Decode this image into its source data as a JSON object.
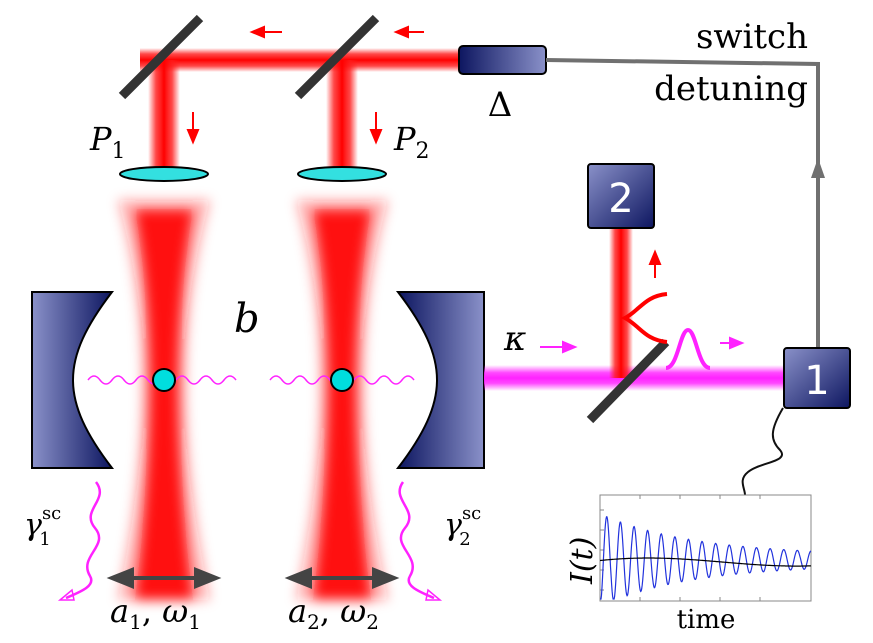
{
  "labels": {
    "switch": "switch",
    "detuning": "detuning",
    "delta": "Δ",
    "p1_main": "P",
    "p1_sub": "1",
    "p2_main": "P",
    "p2_sub": "2",
    "b": "b",
    "kappa": "κ",
    "box1": "1",
    "box2": "2",
    "gamma1_main": "γ",
    "gamma1_sub": "1",
    "gamma1_sup": "sc",
    "gamma2_main": "γ",
    "gamma2_sub": "2",
    "gamma2_sup": "sc",
    "mode1_a": "a",
    "mode1_a_sub": "1",
    "mode1_sep": ", ",
    "mode1_w": "ω",
    "mode1_w_sub": "1",
    "mode2_a": "a",
    "mode2_a_sub": "2",
    "mode2_sep": ", ",
    "mode2_w": "ω",
    "mode2_w_sub": "2",
    "inset_ylabel": "I(t)",
    "inset_xlabel": "time"
  },
  "colors": {
    "laser": "#ff1a1a",
    "probe": "#ff33ff",
    "lens": "#33e0e0",
    "box": "#1a237e",
    "mirror": "#333333",
    "wire": "#707070",
    "atom": "#00dede",
    "signal": "#2233dd"
  }
}
